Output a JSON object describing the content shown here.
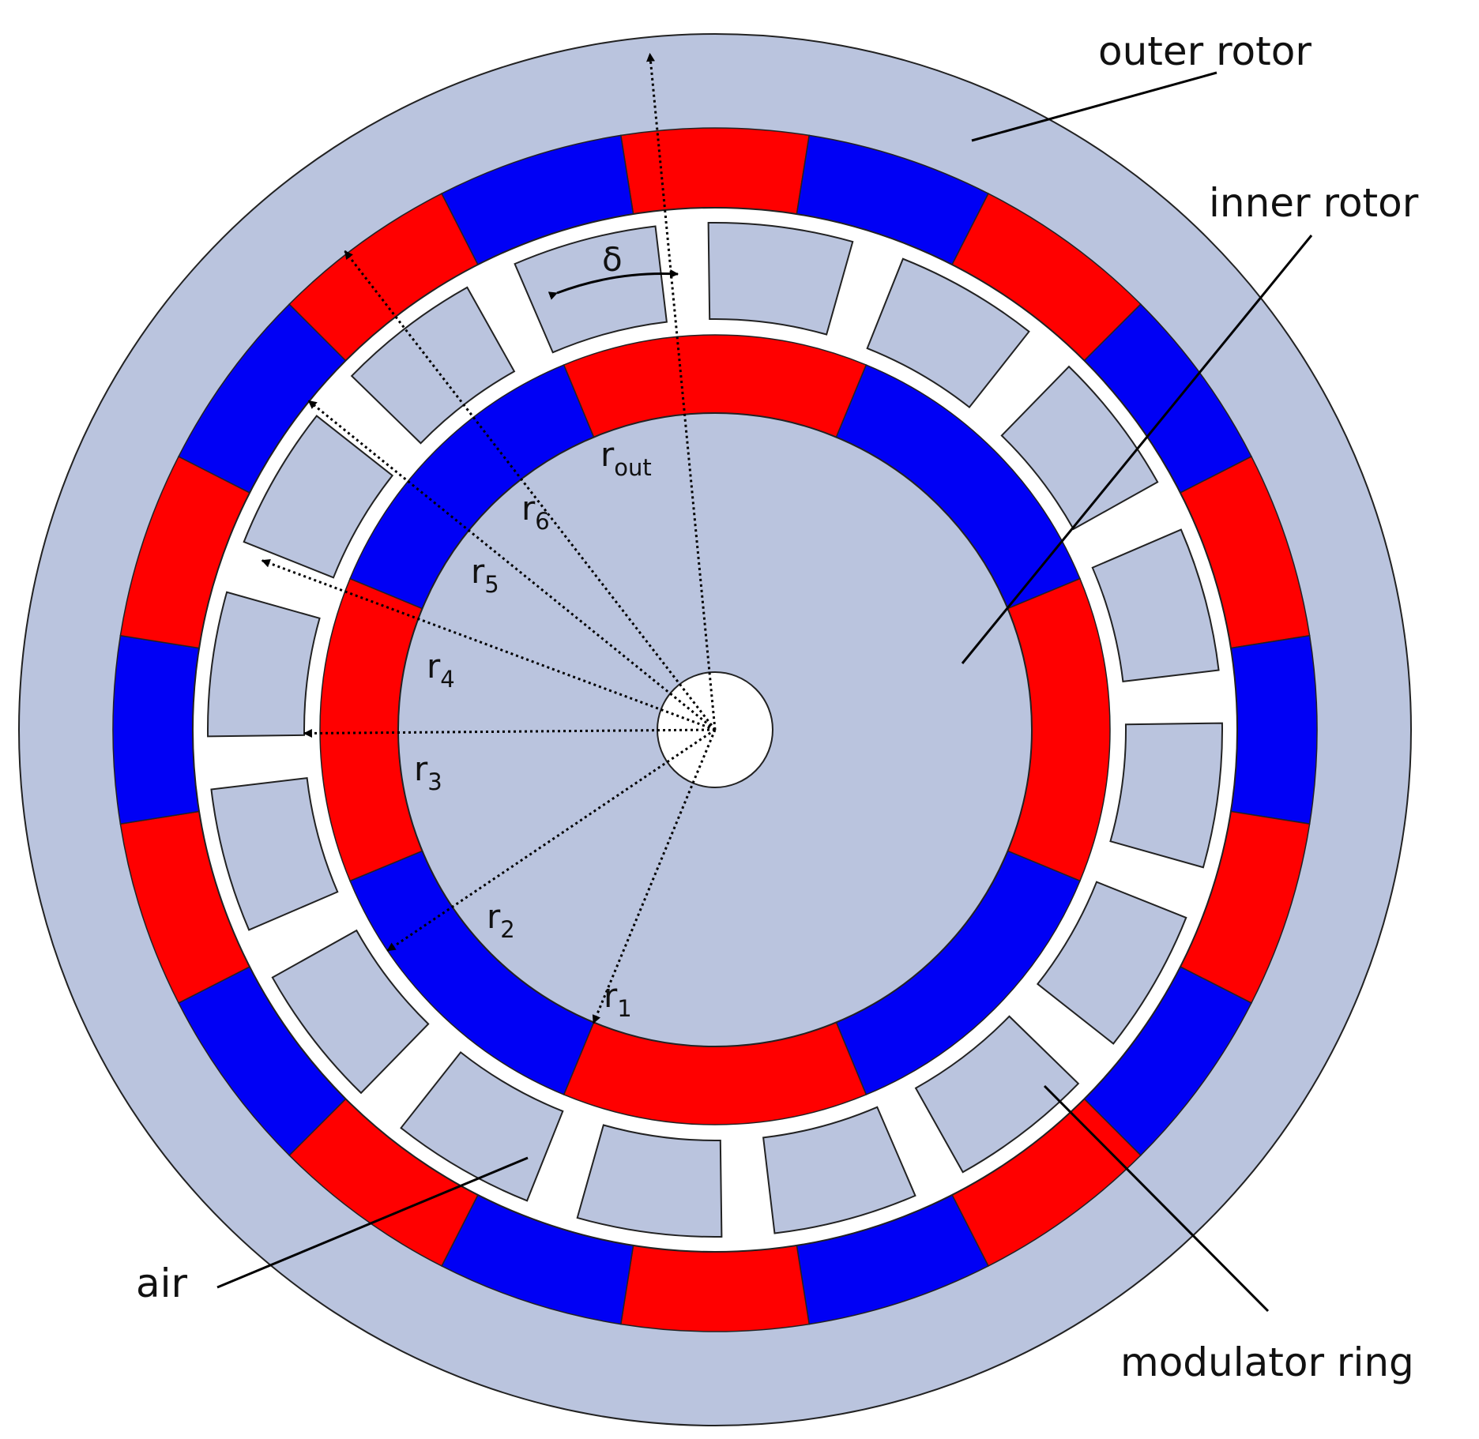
{
  "labels": {
    "outer_rotor": "outer rotor",
    "inner_rotor": "inner rotor",
    "air": "air",
    "modulator_ring": "modulator ring"
  },
  "radii": [
    {
      "base": "r",
      "sub": "out"
    },
    {
      "base": "r",
      "sub": "6"
    },
    {
      "base": "r",
      "sub": "5"
    },
    {
      "base": "r",
      "sub": "4"
    },
    {
      "base": "r",
      "sub": "3"
    },
    {
      "base": "r",
      "sub": "2"
    },
    {
      "base": "r",
      "sub": "1"
    }
  ],
  "delta_symbol": "δ",
  "colors": {
    "iron": "#bac4de",
    "magnet_north": "#ff0000",
    "magnet_south": "#0000f5",
    "air": "#ffffff",
    "outline": "#222222"
  },
  "outer_magnet_poles": [
    "N",
    "S",
    "N",
    "S",
    "N",
    "S",
    "N",
    "S",
    "N",
    "S",
    "N",
    "S",
    "N",
    "S",
    "N",
    "S",
    "N",
    "S",
    "N",
    "S"
  ],
  "inner_magnet_poles": [
    "N",
    "S",
    "N",
    "S",
    "N",
    "S",
    "N",
    "S"
  ],
  "modulator_segments": 16
}
